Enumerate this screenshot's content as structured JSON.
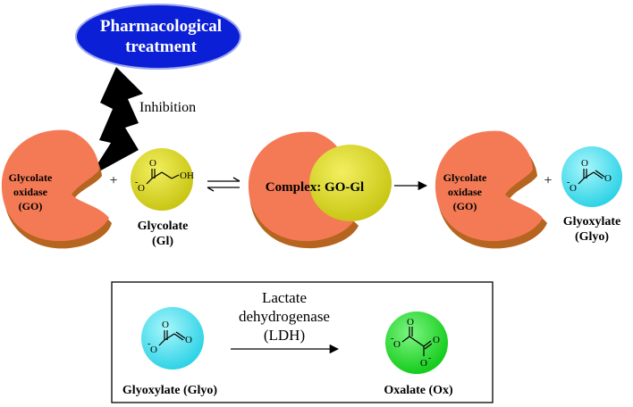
{
  "treatment": {
    "line1": "Pharmacological",
    "line2": "treatment",
    "inhibition": "Inhibition"
  },
  "enzyme_left": {
    "line1": "Glycolate",
    "line2": "oxidase",
    "line3": "(GO)"
  },
  "enzyme_right": {
    "line1": "Glycolate",
    "line2": "oxidase",
    "line3": "(GO)"
  },
  "plus": "+",
  "glycolate": {
    "line1": "Glycolate",
    "line2": "(Gl)",
    "oh": "OH",
    "o": "O",
    "om": "O",
    "minus": "-"
  },
  "complex": {
    "label": "Complex: GO-Gl"
  },
  "glyoxylate": {
    "line1": "Glyoxylate",
    "line2": "(Glyo)",
    "o": "O",
    "om": "O",
    "minus": "-"
  },
  "box": {
    "enzyme_line1": "Lactate",
    "enzyme_line2": "dehydrogenase",
    "enzyme_line3": "(LDH)",
    "substrate": "Glyoxylate (Glyo)",
    "product": "Oxalate (Ox)"
  },
  "colors": {
    "enzyme": "#f47a55",
    "enzyme_shade": "#b5651f",
    "glycolate": "#d8d522",
    "glyoxylate": "#4fe3f0",
    "oxalate": "#22e02a",
    "treatment": "#0a1fd6",
    "bolt": "#000000"
  }
}
